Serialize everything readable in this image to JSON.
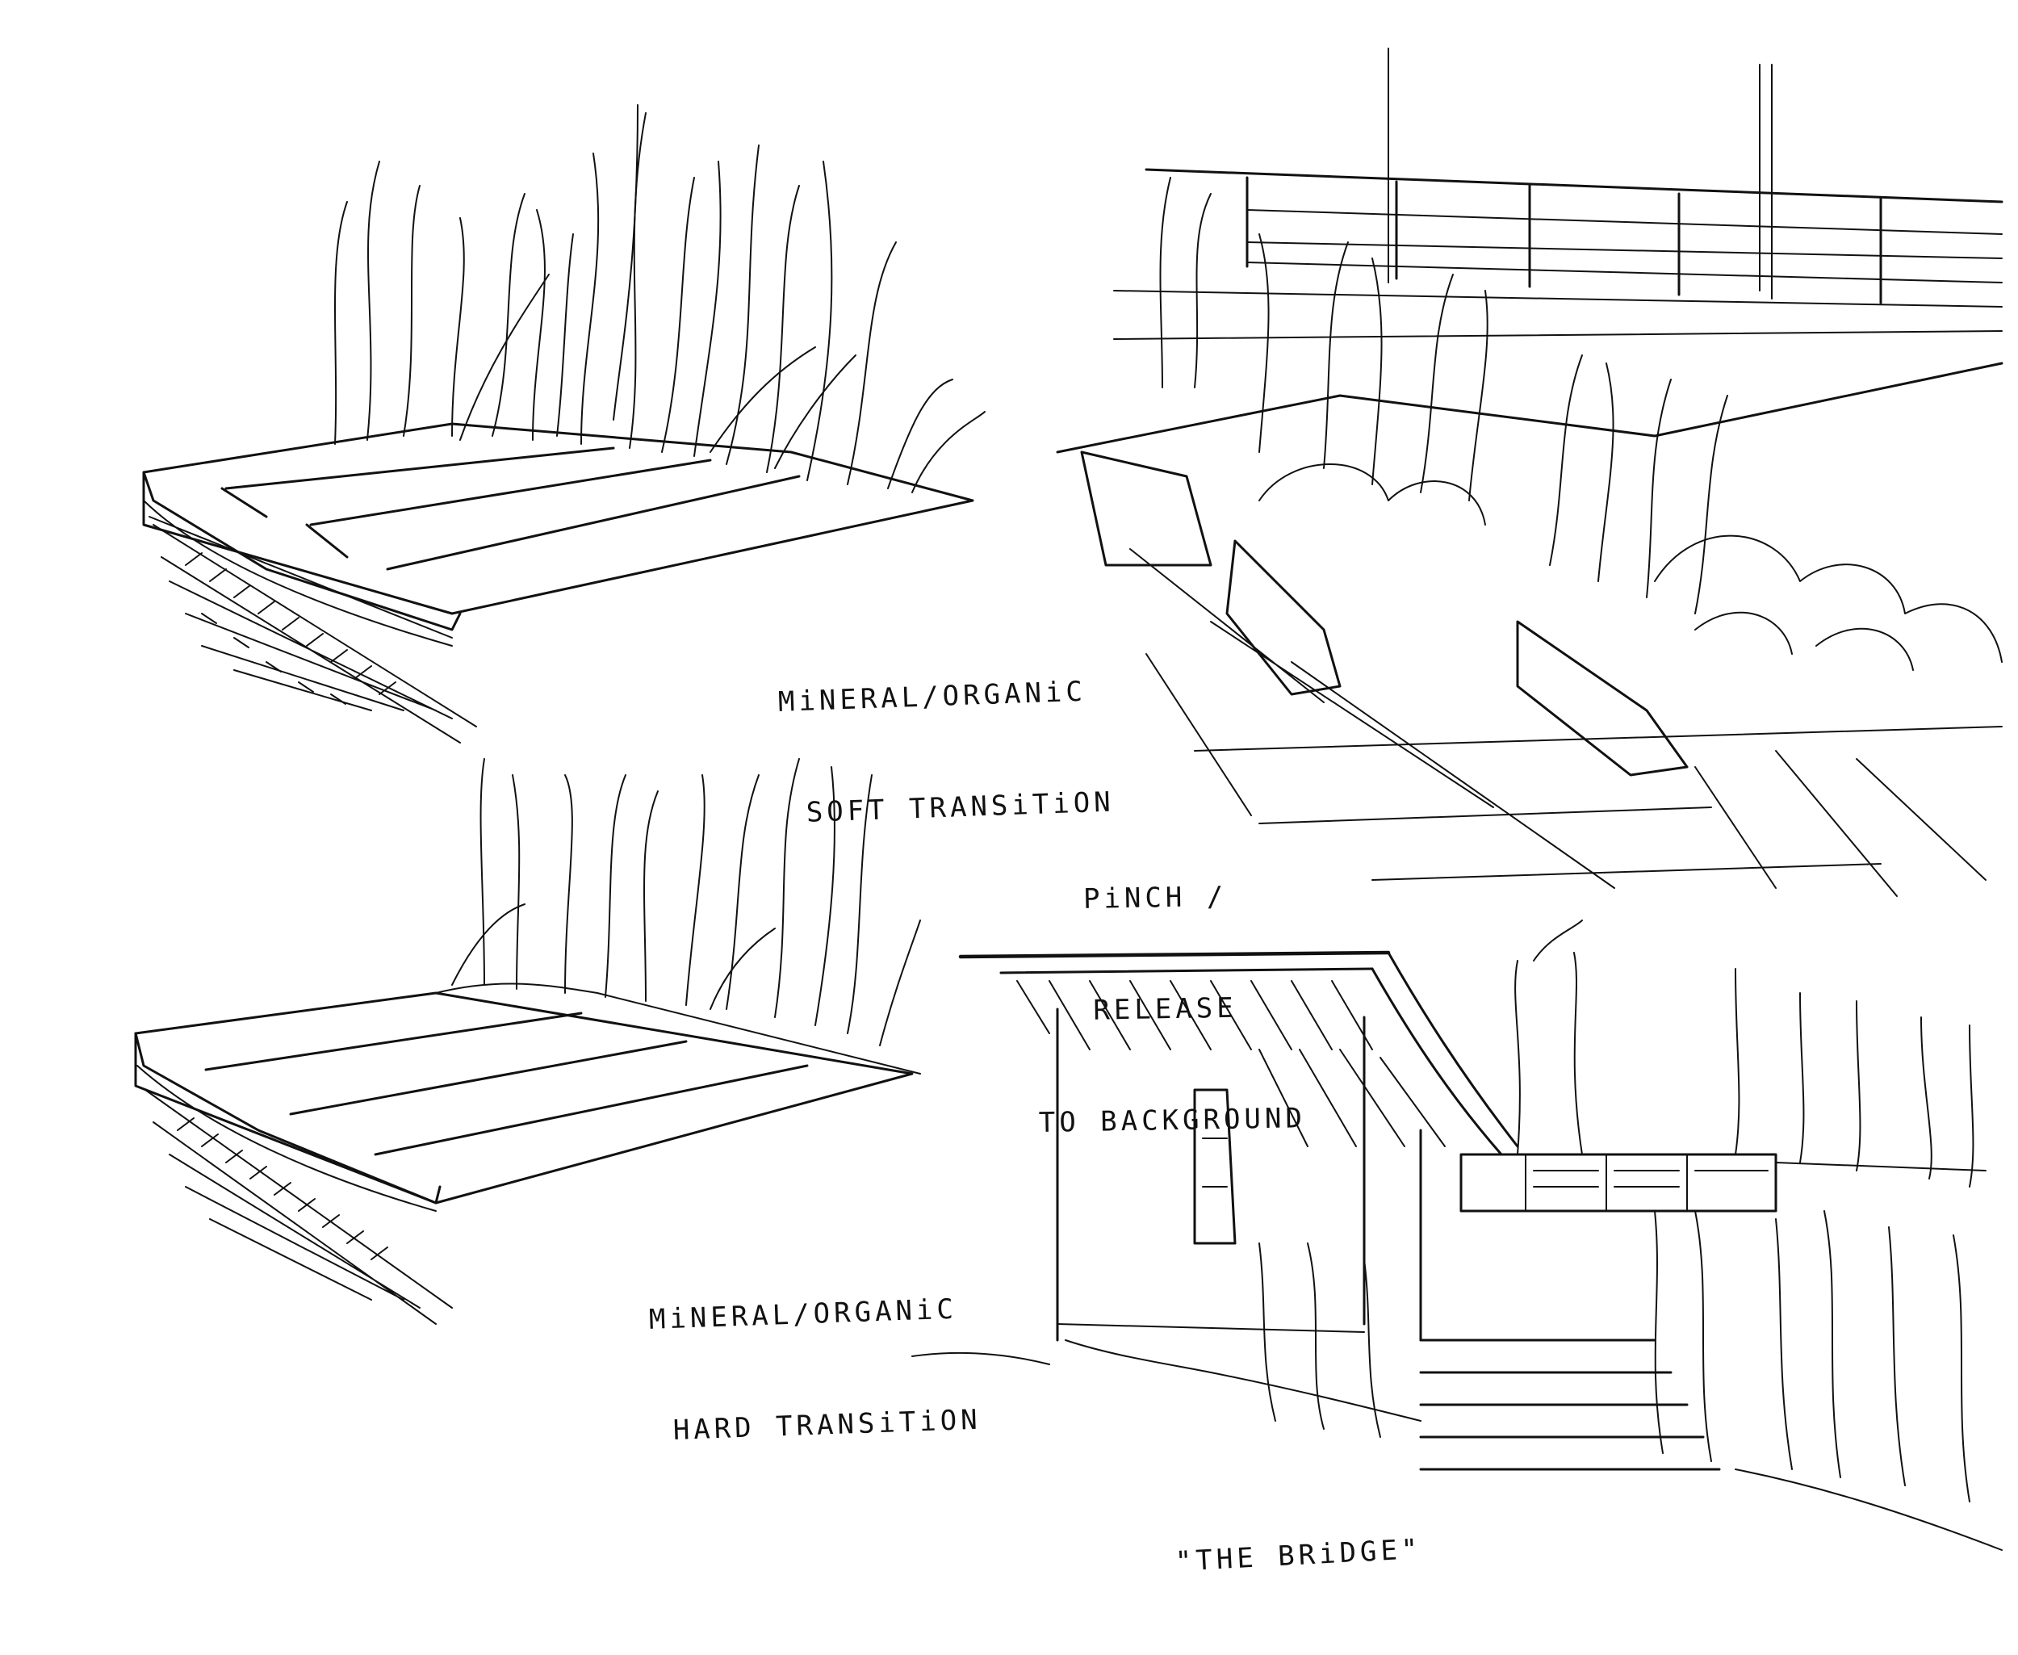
{
  "sheet": {
    "background": "#ffffff",
    "ink": "#111111"
  },
  "captions": {
    "soft": {
      "line1": "MiNERAL/ORGANiC",
      "line2": "SOFT TRANSiTiON"
    },
    "pinch": {
      "line1": "PiNCH /",
      "line2": "RELEASE",
      "line3": "TO BACKGROUND"
    },
    "hard": {
      "line1": "MiNERAL/ORGANiC",
      "line2": "HARD TRANSiTiON"
    },
    "bridge": {
      "line1": "\"THE BRiDGE\""
    }
  },
  "vignettes": [
    {
      "id": "soft-transition",
      "subject": "paving planks with grasses"
    },
    {
      "id": "pinch-release",
      "subject": "path between planters"
    },
    {
      "id": "hard-transition",
      "subject": "paving planks with grasses"
    },
    {
      "id": "the-bridge",
      "subject": "bridge with steps"
    }
  ]
}
